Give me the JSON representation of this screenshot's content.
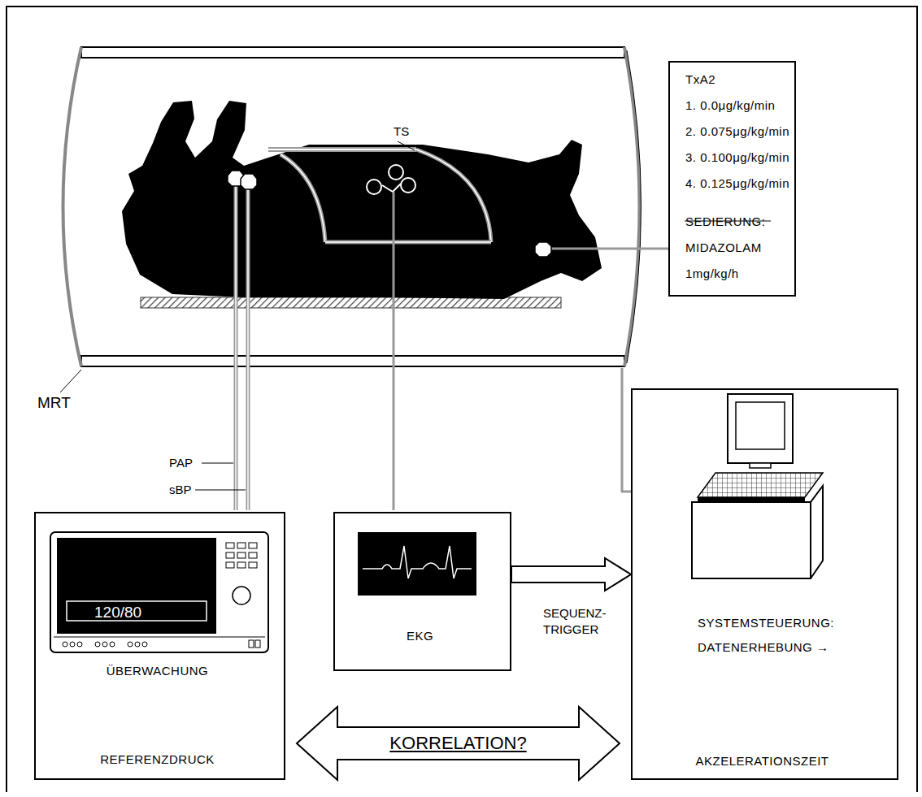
{
  "diagram": {
    "nodes": [
      {
        "text": [
          "TxA2",
          "1. 0.0μg/kg/min",
          "2. 0.075μg/kg/min",
          "3. 0.100μg/kg/min",
          "4. 0.125μg/kg/min",
          "SEDIERUNG:",
          "MIDAZOLAM",
          "1mg/kg/h"
        ]
      },
      {
        "text": [
          "ÜBERWACHUNG",
          "REFERENZDRUCK"
        ]
      },
      {
        "text": [
          "EKG"
        ]
      },
      {
        "text": [
          "SYSTEMSTEUERUNG: DATENERHEBUNG →",
          "AKZELERATIONSZEIT"
        ]
      }
    ],
    "edges": [
      {
        "from": 2,
        "to": 3,
        "label": "SEQUENZ- TRIGGER",
        "arrow": "to"
      },
      {
        "from": 1,
        "to": 3,
        "label": "KORRELATION?",
        "arrow": "both"
      }
    ],
    "labels": [
      "TS",
      "MRT",
      "PAP",
      "sBP",
      "120/80"
    ]
  }
}
